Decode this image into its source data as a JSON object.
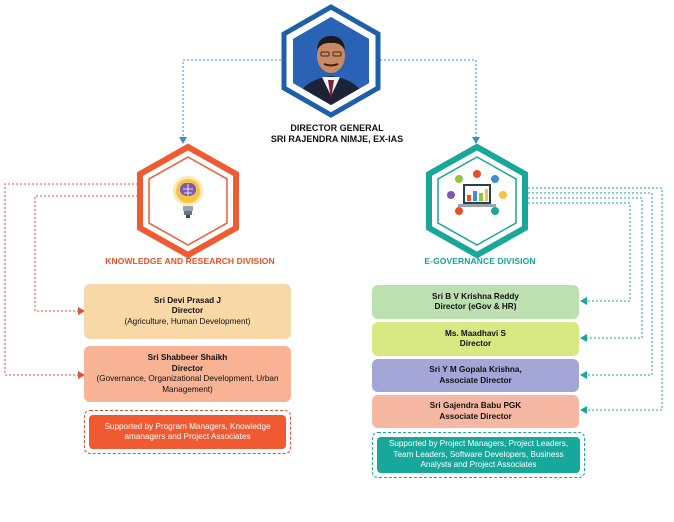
{
  "director_general": {
    "title": "DIRECTOR GENERAL",
    "name": "SRI RAJENDRA NIMJE, EX-IAS"
  },
  "knowledge_division": {
    "title": "KNOWLEDGE AND RESEARCH DIVISION",
    "icon": "lightbulb-brain-icon",
    "members": [
      {
        "name": "Sri Devi Prasad J",
        "role": "Director",
        "scope": "(Agriculture, Human Development)",
        "color": "#f9d8a8"
      },
      {
        "name": "Sri Shabbeer Shaikh",
        "role": "Director",
        "scope": "(Governance, Organizational Development, Urban Management)",
        "color": "#f7b394"
      }
    ],
    "support_note": "Supported by Program Managers, Knowledge amanagers and Project Associates",
    "support_color": "#ef5a33"
  },
  "egov_division": {
    "title": "E-GOVERNANCE DIVISION",
    "icon": "computer-network-icon",
    "members": [
      {
        "name": "Sri B V Krishna Reddy",
        "role": "Director (eGov & HR)",
        "color": "#bde0b1"
      },
      {
        "name": "Ms. Maadhavi S",
        "role": "Director",
        "color": "#d8e882"
      },
      {
        "name": "Sri  Y M Gopala Krishna,",
        "role": "Associate Director",
        "color": "#a3a6d6"
      },
      {
        "name": "Sri Gajendra Babu PGK",
        "role": "Associate Director",
        "color": "#f7b8a3"
      }
    ],
    "support_note": "Supported by Project Managers, Project Leaders, Team Leaders, Software Developers, Business Analysts and Project Associates",
    "support_color": "#17a79b"
  },
  "colors": {
    "orange": "#ef5a33",
    "teal": "#17a79b",
    "blue": "#1d5fa8",
    "connector_red": "#e74c3c",
    "connector_blue": "#3a8fd4"
  }
}
